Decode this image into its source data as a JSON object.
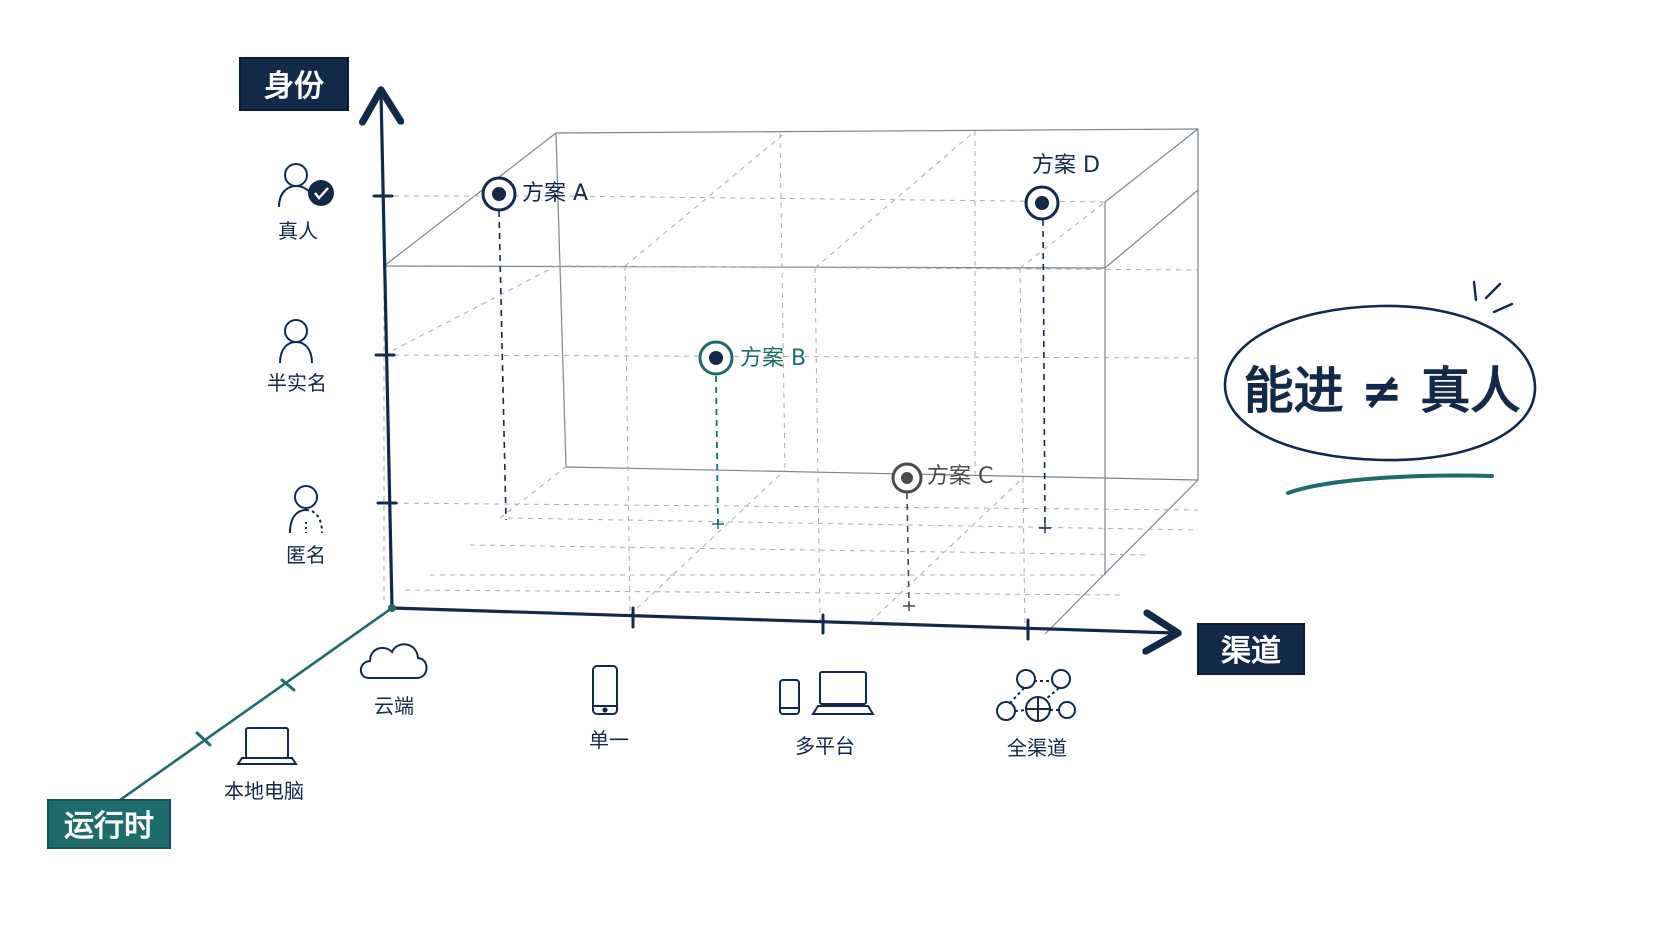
{
  "axes": {
    "identity": {
      "title": "身份",
      "levels": [
        "真人",
        "半实名",
        "匿名"
      ]
    },
    "channel": {
      "title": "渠道",
      "levels": [
        "单一",
        "多平台",
        "全渠道"
      ]
    },
    "runtime": {
      "title": "运行时",
      "levels": [
        "云端",
        "本地电脑"
      ]
    }
  },
  "schemes": [
    {
      "label": "方案 A",
      "color": "#13294a"
    },
    {
      "label": "方案 B",
      "color": "#1d6b6b"
    },
    {
      "label": "方案 C",
      "color": "#4a4a4a"
    },
    {
      "label": "方案 D",
      "color": "#13294a"
    }
  ],
  "callout": {
    "text": "能进 ≠ 真人"
  },
  "colors": {
    "navy": "#13294a",
    "teal": "#1d6b6b",
    "gray": "#8a8f96"
  },
  "icons": [
    "user-verified-icon",
    "user-icon",
    "user-anonymous-icon",
    "cloud-icon",
    "laptop-icon",
    "phone-icon",
    "phone-laptop-icon",
    "network-icon"
  ]
}
